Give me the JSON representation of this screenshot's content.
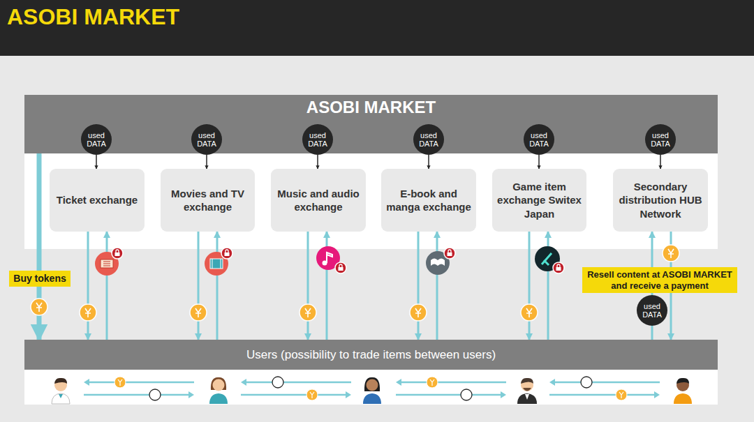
{
  "diagram": {
    "title": "ASOBI MARKET",
    "nodes": [
      {
        "text": [
          "ASOBI MARKET"
        ]
      },
      {
        "text": [
          "used DATA"
        ]
      },
      {
        "text": [
          "used DATA"
        ]
      },
      {
        "text": [
          "used DATA"
        ]
      },
      {
        "text": [
          "used DATA"
        ]
      },
      {
        "text": [
          "used DATA"
        ]
      },
      {
        "text": [
          "used DATA"
        ]
      },
      {
        "text": [
          "Ticket exchange"
        ]
      },
      {
        "text": [
          "Movies and TV exchange"
        ]
      },
      {
        "text": [
          "Music and audio exchange"
        ]
      },
      {
        "text": [
          "E-book and manga exchange"
        ]
      },
      {
        "text": [
          "Game item exchange Switex Japan"
        ]
      },
      {
        "text": [
          "Secondary distribution HUB Network"
        ]
      },
      {
        "text": [
          "used DATA"
        ]
      },
      {
        "text": [
          "Users (possibility to trade items between users)"
        ]
      }
    ],
    "edges": [
      {
        "from": 0,
        "to": 14,
        "arrow": "to"
      },
      {
        "from": 1,
        "to": 7,
        "arrow": "to"
      },
      {
        "from": 2,
        "to": 8,
        "arrow": "to"
      },
      {
        "from": 3,
        "to": 9,
        "arrow": "to"
      },
      {
        "from": 4,
        "to": 10,
        "arrow": "to"
      },
      {
        "from": 5,
        "to": 11,
        "arrow": "to"
      },
      {
        "from": 6,
        "to": 12,
        "arrow": "to"
      },
      {
        "from": 7,
        "to": 14,
        "arrow": "to"
      },
      {
        "from": 14,
        "to": 7,
        "arrow": "to"
      },
      {
        "from": 8,
        "to": 14,
        "arrow": "to"
      },
      {
        "from": 14,
        "to": 8,
        "arrow": "to"
      },
      {
        "from": 9,
        "to": 14,
        "arrow": "to"
      },
      {
        "from": 14,
        "to": 9,
        "arrow": "to"
      },
      {
        "from": 10,
        "to": 14,
        "arrow": "to"
      },
      {
        "from": 14,
        "to": 10,
        "arrow": "to"
      },
      {
        "from": 11,
        "to": 14,
        "arrow": "to"
      },
      {
        "from": 14,
        "to": 11,
        "arrow": "to"
      },
      {
        "from": 14,
        "to": 13,
        "arrow": "none"
      },
      {
        "from": 13,
        "to": 12,
        "arrow": "to"
      },
      {
        "from": 12,
        "to": 14,
        "arrow": "to"
      }
    ],
    "labels": [
      "Buy tokens",
      "Resell content at ASOBI MARKET and receive a payment"
    ]
  }
}
